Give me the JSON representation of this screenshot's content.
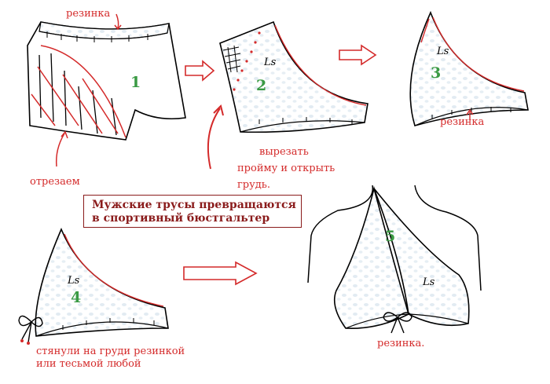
{
  "labels": {
    "elastic_top": "резинка",
    "cut_off": "отрезаем",
    "cut_armhole_1": "вырезать",
    "cut_armhole_2": "пройму и открыть",
    "cut_armhole_3": "грудь.",
    "elastic_step3": "резинка",
    "tie_1": "стянули на груди резинкой",
    "tie_2": "или тесьмой любой",
    "elastic_final": "резинка."
  },
  "title": {
    "line1": "Мужские трусы превращаются",
    "line2": "в спортивный бюстгальтер"
  },
  "steps": [
    "1",
    "2",
    "3",
    "4",
    "5"
  ],
  "brand_mark": "Ls",
  "colors": {
    "ink": "#000000",
    "red_accent": "#d42a2a",
    "step_number": "#3a9a44",
    "title_text": "#8a1b1b",
    "fabric": "#eef3f7"
  }
}
